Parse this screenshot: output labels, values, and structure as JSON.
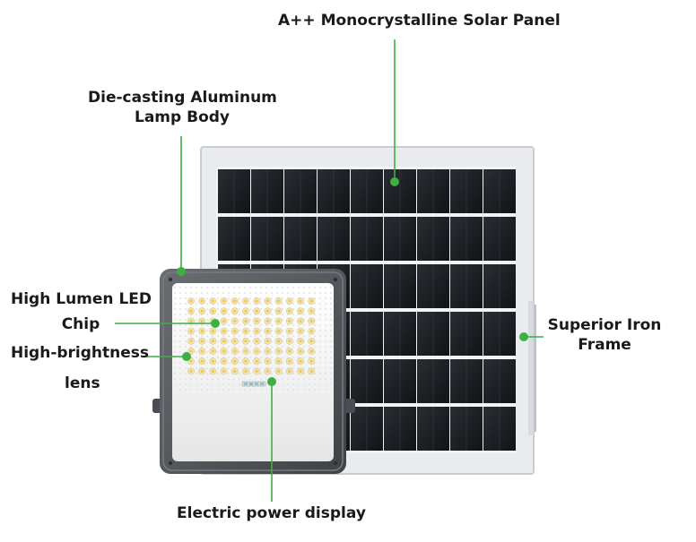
{
  "labels": {
    "solar_panel": "A++ Monocrystalline Solar Panel",
    "lamp_body_line1": "Die-casting Aluminum",
    "lamp_body_line2": "Lamp Body",
    "led_chip_line1": "High Lumen LED",
    "led_chip_line2": "Chip",
    "lens_line1": "High-brightness",
    "lens_line2": "lens",
    "iron_frame_line1": "Superior Iron",
    "iron_frame_line2": "Frame",
    "power_display": "Electric power display"
  },
  "colors": {
    "callout": "#3cb043",
    "panel_cell": "#1b1d22",
    "panel_frame": "#e9ebee",
    "lamp_housing": "#55595e",
    "lens_area": "#f4f4f4"
  }
}
